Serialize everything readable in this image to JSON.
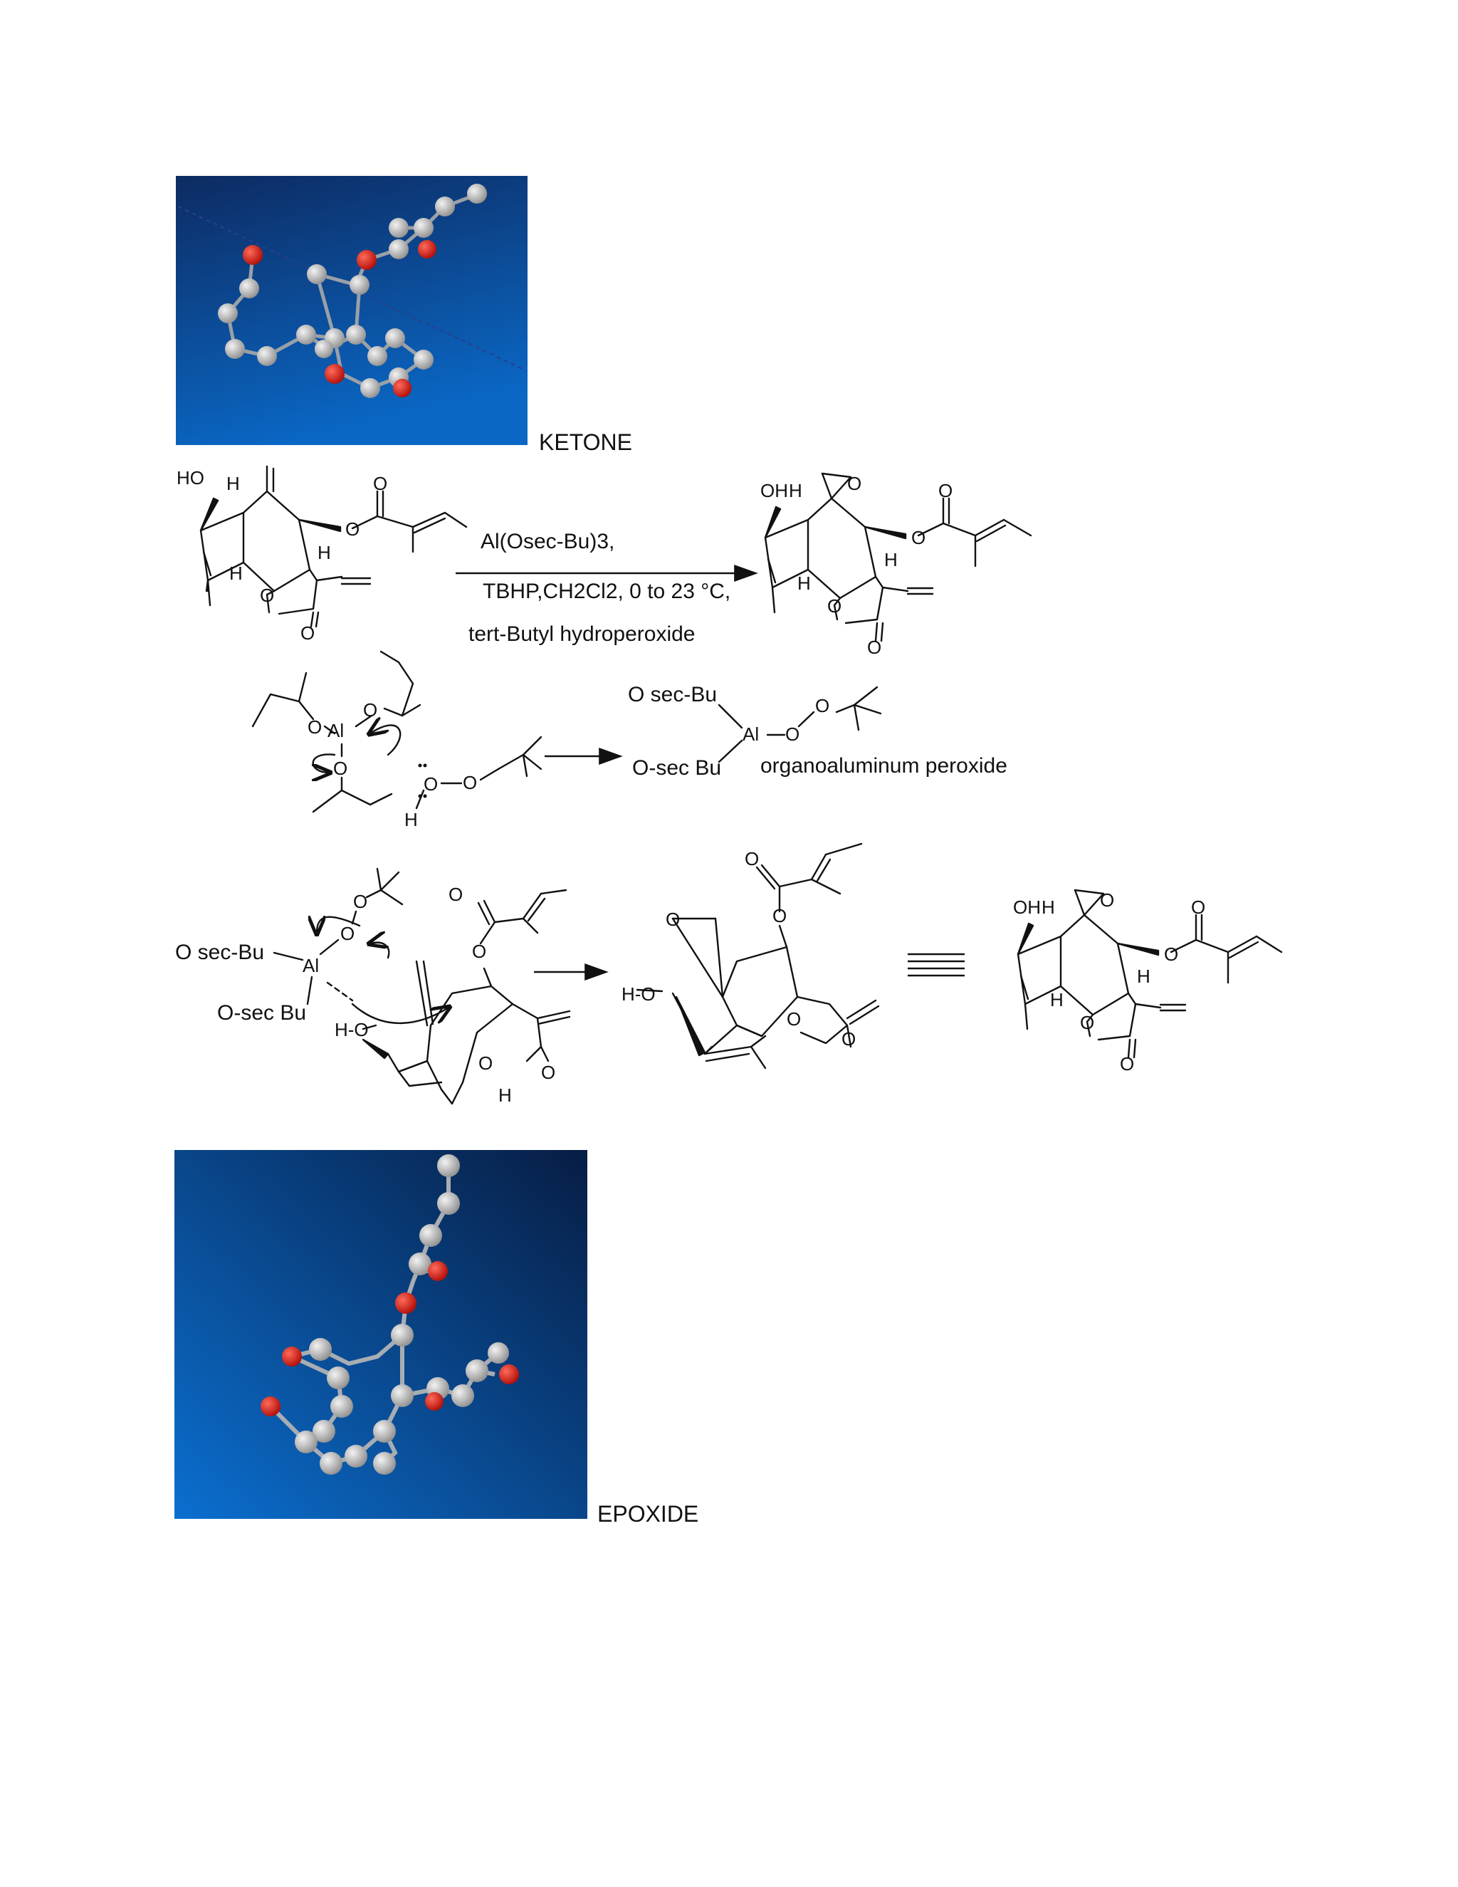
{
  "labels": {
    "ketone_caption": "KETONE",
    "epoxide_caption": "EPOXIDE",
    "reagent_line1": "Al(Osec-Bu)3,",
    "reagent_line2": "TBHP,CH2Cl2, 0 to 23 °C,",
    "reagent_line3": "tert-Butyl hydroperoxide",
    "al_osecbu_top": "O sec-Bu",
    "al_osecbu_bottom": "O-sec Bu",
    "peroxide_label": "organoaluminum peroxide",
    "mech_osecbu_top": "O sec-Bu",
    "mech_osecbu_bottom": "O-sec Bu",
    "atom_Al": "Al",
    "atom_O": "O",
    "atom_H": "H",
    "atom_HO": "HO",
    "atom_OH": "OH",
    "atom_HO_dash": "H-O"
  },
  "colors": {
    "model_bg_top": "#0b2a5e",
    "model_bg_bottom": "#0a6cc9",
    "oxygen_atom": "#e8211b",
    "carbon_atom": "#bfbfbf"
  }
}
